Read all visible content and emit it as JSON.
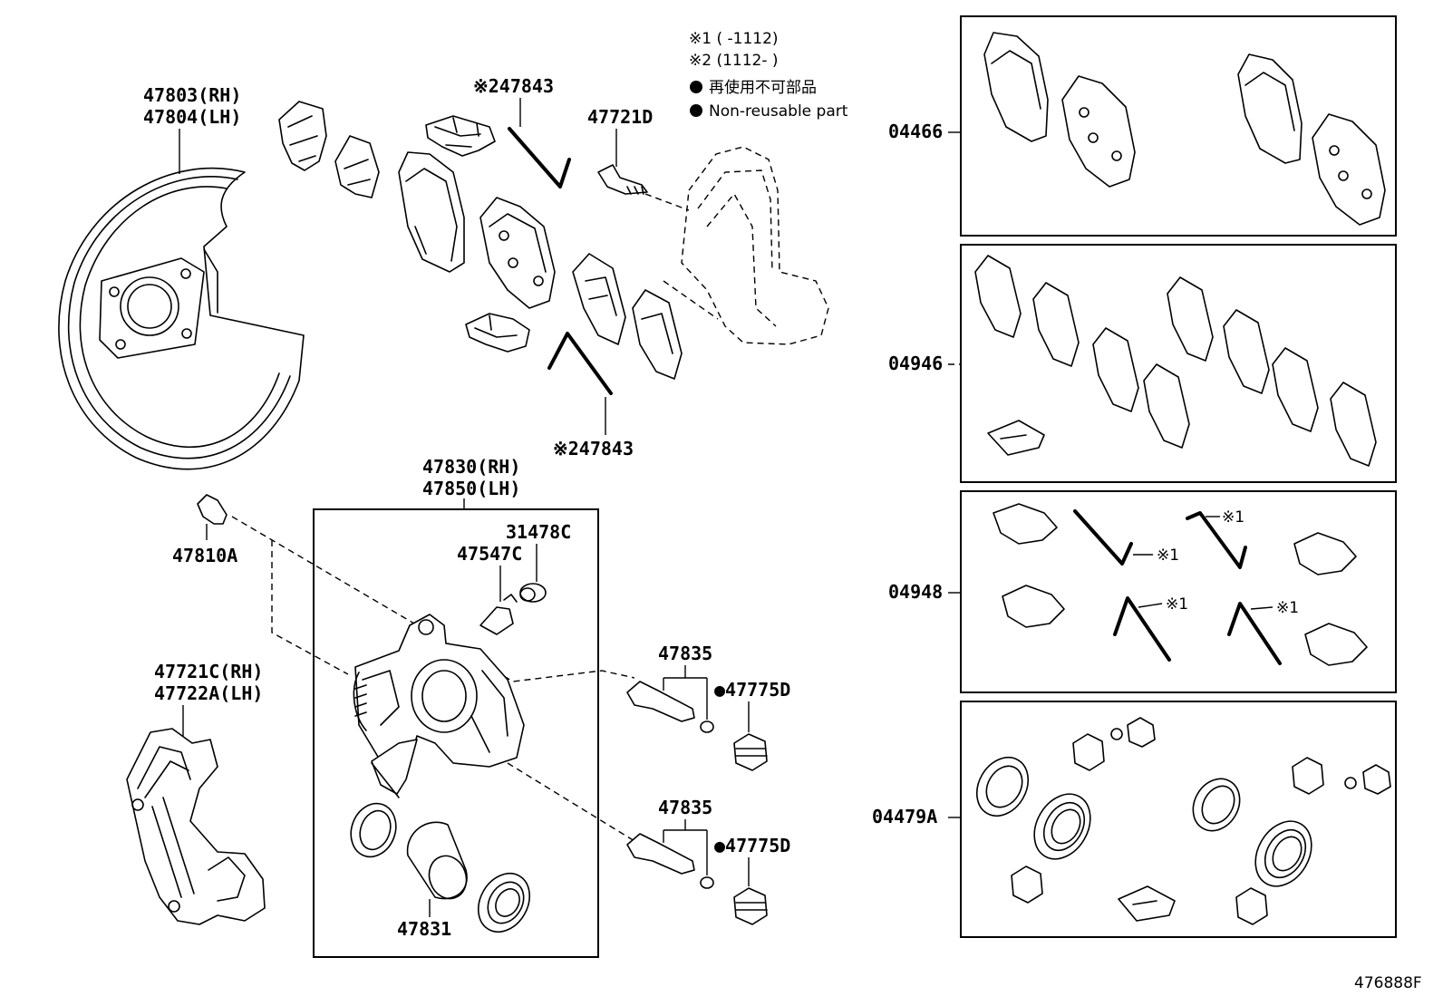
{
  "notes": {
    "note1": "※1 (      -1112)",
    "note2": "※2 (1112-      )",
    "bullet_jp": "再使用不可部品",
    "bullet_en": "Non-reusable part"
  },
  "labels": {
    "dust_cover_rh": "47803(RH)",
    "dust_cover_lh": "47804(LH)",
    "spring_top": "※247843",
    "spring_bottom": "※247843",
    "bolt": "47721D",
    "caliper_rh": "47830(RH)",
    "caliper_lh": "47850(LH)",
    "bleeder_cap": "31478C",
    "bleeder_plug": "47547C",
    "bleeder_bolt": "47810A",
    "mounting_rh": "47721C(RH)",
    "mounting_lh": "47722A(LH)",
    "slide_pin_upper": "47835",
    "boot_upper": "●47775D",
    "slide_pin_lower": "47835",
    "boot_lower": "●47775D",
    "piston": "47831",
    "kit_pads": "04466",
    "kit_shims": "04946",
    "kit_springs": "04948",
    "kit_cylinder": "04479A",
    "kit_note1a": "※1",
    "kit_note1b": "※1",
    "kit_note1c": "※1",
    "kit_note1d": "※1",
    "diagram_code": "476888F"
  }
}
